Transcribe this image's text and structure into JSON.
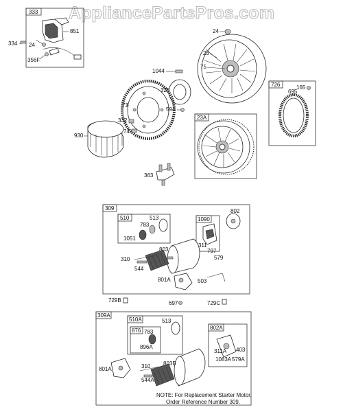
{
  "watermark": "AppliancePartsPros.com",
  "labels": {
    "p333": "333",
    "p334": "334",
    "p851": "851",
    "p24a": "24",
    "p356f": "356F",
    "p24b": "24",
    "p23": "23",
    "p75": "75",
    "p1044": "1044",
    "p325": "325",
    "p73": "73",
    "p594": "594",
    "p332": "332",
    "p74": "74",
    "p930": "930",
    "p726": "726",
    "p165": "165",
    "p695": "695",
    "p23a": "23A",
    "p363": "363",
    "p309": "309",
    "p510": "510",
    "p513": "513",
    "p783": "783",
    "p1051": "1051",
    "p1090": "1090",
    "p802": "802",
    "p311": "311",
    "p797": "797",
    "p579": "579",
    "p803": "803",
    "p310": "310",
    "p544": "544",
    "p801a": "801A",
    "p503": "503",
    "p729b": "729B",
    "p697": "697",
    "p729c": "729C",
    "p309a": "309A",
    "p510a": "510A",
    "p513b": "513",
    "p876": "876",
    "p783b": "783",
    "p896a": "896A",
    "p802a": "802A",
    "p403": "403",
    "p311a": "311A",
    "p1083a": "1083A",
    "p579a": "579A",
    "p801ab": "801A",
    "p310b": "310",
    "p803b": "803B",
    "p544a": "544A"
  },
  "note": {
    "line1": "NOTE: For Replacement Starter Motor,",
    "line2": "Order Reference Number 309."
  }
}
